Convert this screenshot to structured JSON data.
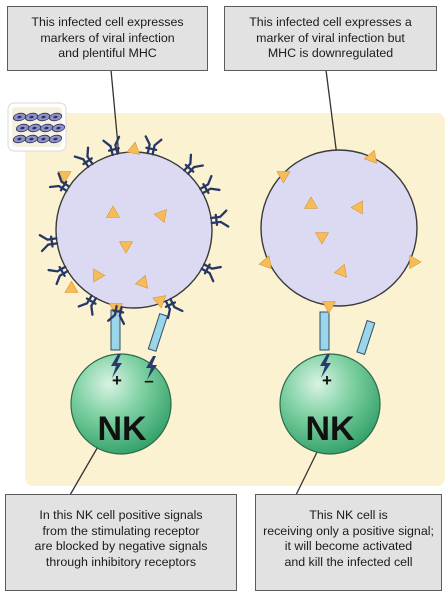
{
  "callouts": {
    "top_left": [
      "This infected cell expresses",
      "markers of viral infection",
      "and plentiful MHC"
    ],
    "top_right": [
      "This infected cell expresses a",
      "marker of viral infection but",
      "MHC is downregulated"
    ],
    "bottom_left": [
      "In this NK cell positive signals",
      "from the stimulating receptor",
      "are blocked by negative signals",
      "through inhibitory receptors"
    ],
    "bottom_right": [
      "This NK cell is",
      "receiving only a positive signal;",
      "it will become activated",
      "and kill the infected cell"
    ]
  },
  "cells": {
    "left_nk": {
      "label": "NK",
      "signs": [
        "+",
        "–"
      ]
    },
    "right_nk": {
      "label": "NK",
      "signs": [
        "+"
      ]
    }
  },
  "colors": {
    "panel_background": "#fbf2d2",
    "infected_cell_fill": "#dcdaf2",
    "infected_cell_outline": "#3a3a3a",
    "viral_marker": "#f7bc5a",
    "mhc_molecule": "#273866",
    "nk_cell_fill": "#5fc38c",
    "receptor": "#9ad5ea",
    "signal_bolt": "#2a3b6e",
    "callout_fill": "#e2e2e2"
  },
  "icons": {
    "tissue": "tissue-cells-icon",
    "viral_marker": "triangle",
    "mhc": "mhc-molecule",
    "signal": "lightning-bolt"
  }
}
